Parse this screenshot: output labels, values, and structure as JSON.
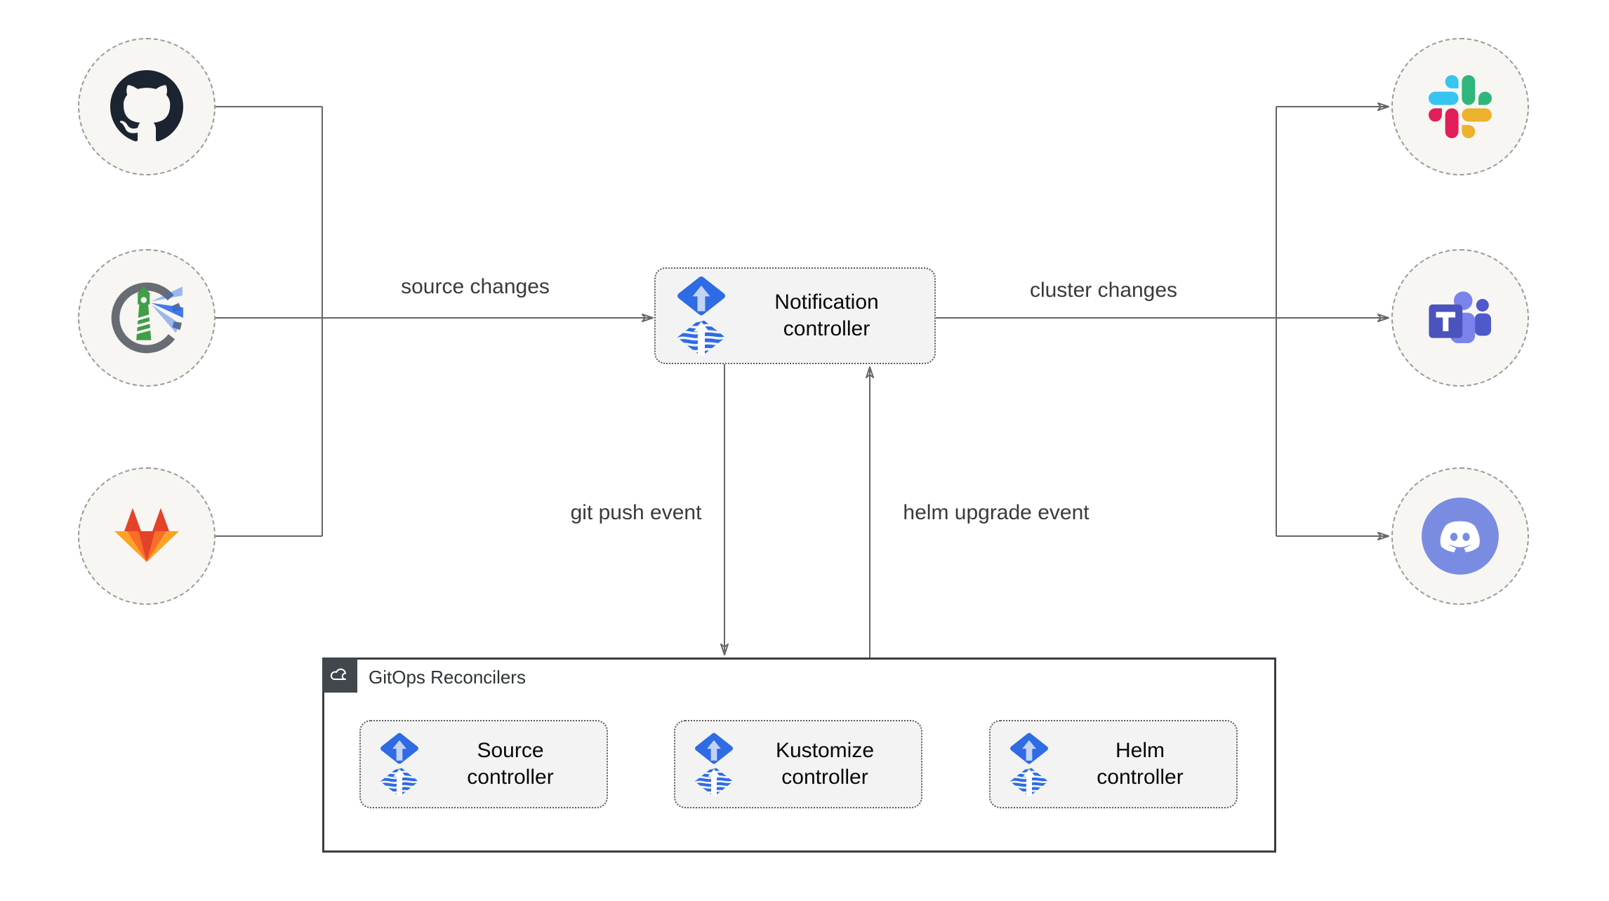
{
  "edge_labels": {
    "source_changes": "source changes",
    "cluster_changes": "cluster changes",
    "git_push_event": "git push event",
    "helm_upgrade_event": "helm upgrade event"
  },
  "nodes": {
    "notification_controller": {
      "label": "Notification controller",
      "icon": "flux-icon"
    },
    "source_controller": {
      "label": "Source controller",
      "icon": "flux-icon"
    },
    "kustomize_controller": {
      "label": "Kustomize controller",
      "icon": "flux-icon"
    },
    "helm_controller": {
      "label": "Helm controller",
      "icon": "flux-icon"
    }
  },
  "container": {
    "label": "GitOps Reconcilers",
    "icon": "cloud-icon"
  },
  "source_nodes": [
    {
      "icon": "github-icon"
    },
    {
      "icon": "harbor-icon"
    },
    {
      "icon": "gitlab-icon"
    }
  ],
  "notify_nodes": [
    {
      "icon": "slack-icon"
    },
    {
      "icon": "teams-icon"
    },
    {
      "icon": "discord-icon"
    }
  ],
  "colors": {
    "canvas_bg": "#ffffff",
    "connector": "#666666",
    "node_fill": "#f2f3f2",
    "node_border": "#5e5e5e",
    "circle_fill": "#f7f6f3",
    "circle_border": "#9a9a9a",
    "container_border": "#383d41",
    "badge_bg": "#41474c",
    "flux_blue": "#2e6be4",
    "flux_arrow_light": "#c3d3f3",
    "github": "#1b2430",
    "gitlab": [
      "#e24329",
      "#fc6d26",
      "#fca326"
    ],
    "harbor": [
      "#686d73",
      "#3f9e46",
      "#2e6be4"
    ],
    "slack": [
      "#36c5f0",
      "#2eb67d",
      "#e01e5a",
      "#ecb22e"
    ],
    "teams": [
      "#4b53bc",
      "#5059c9",
      "#7b83eb"
    ],
    "discord": "#7a8ce2"
  }
}
